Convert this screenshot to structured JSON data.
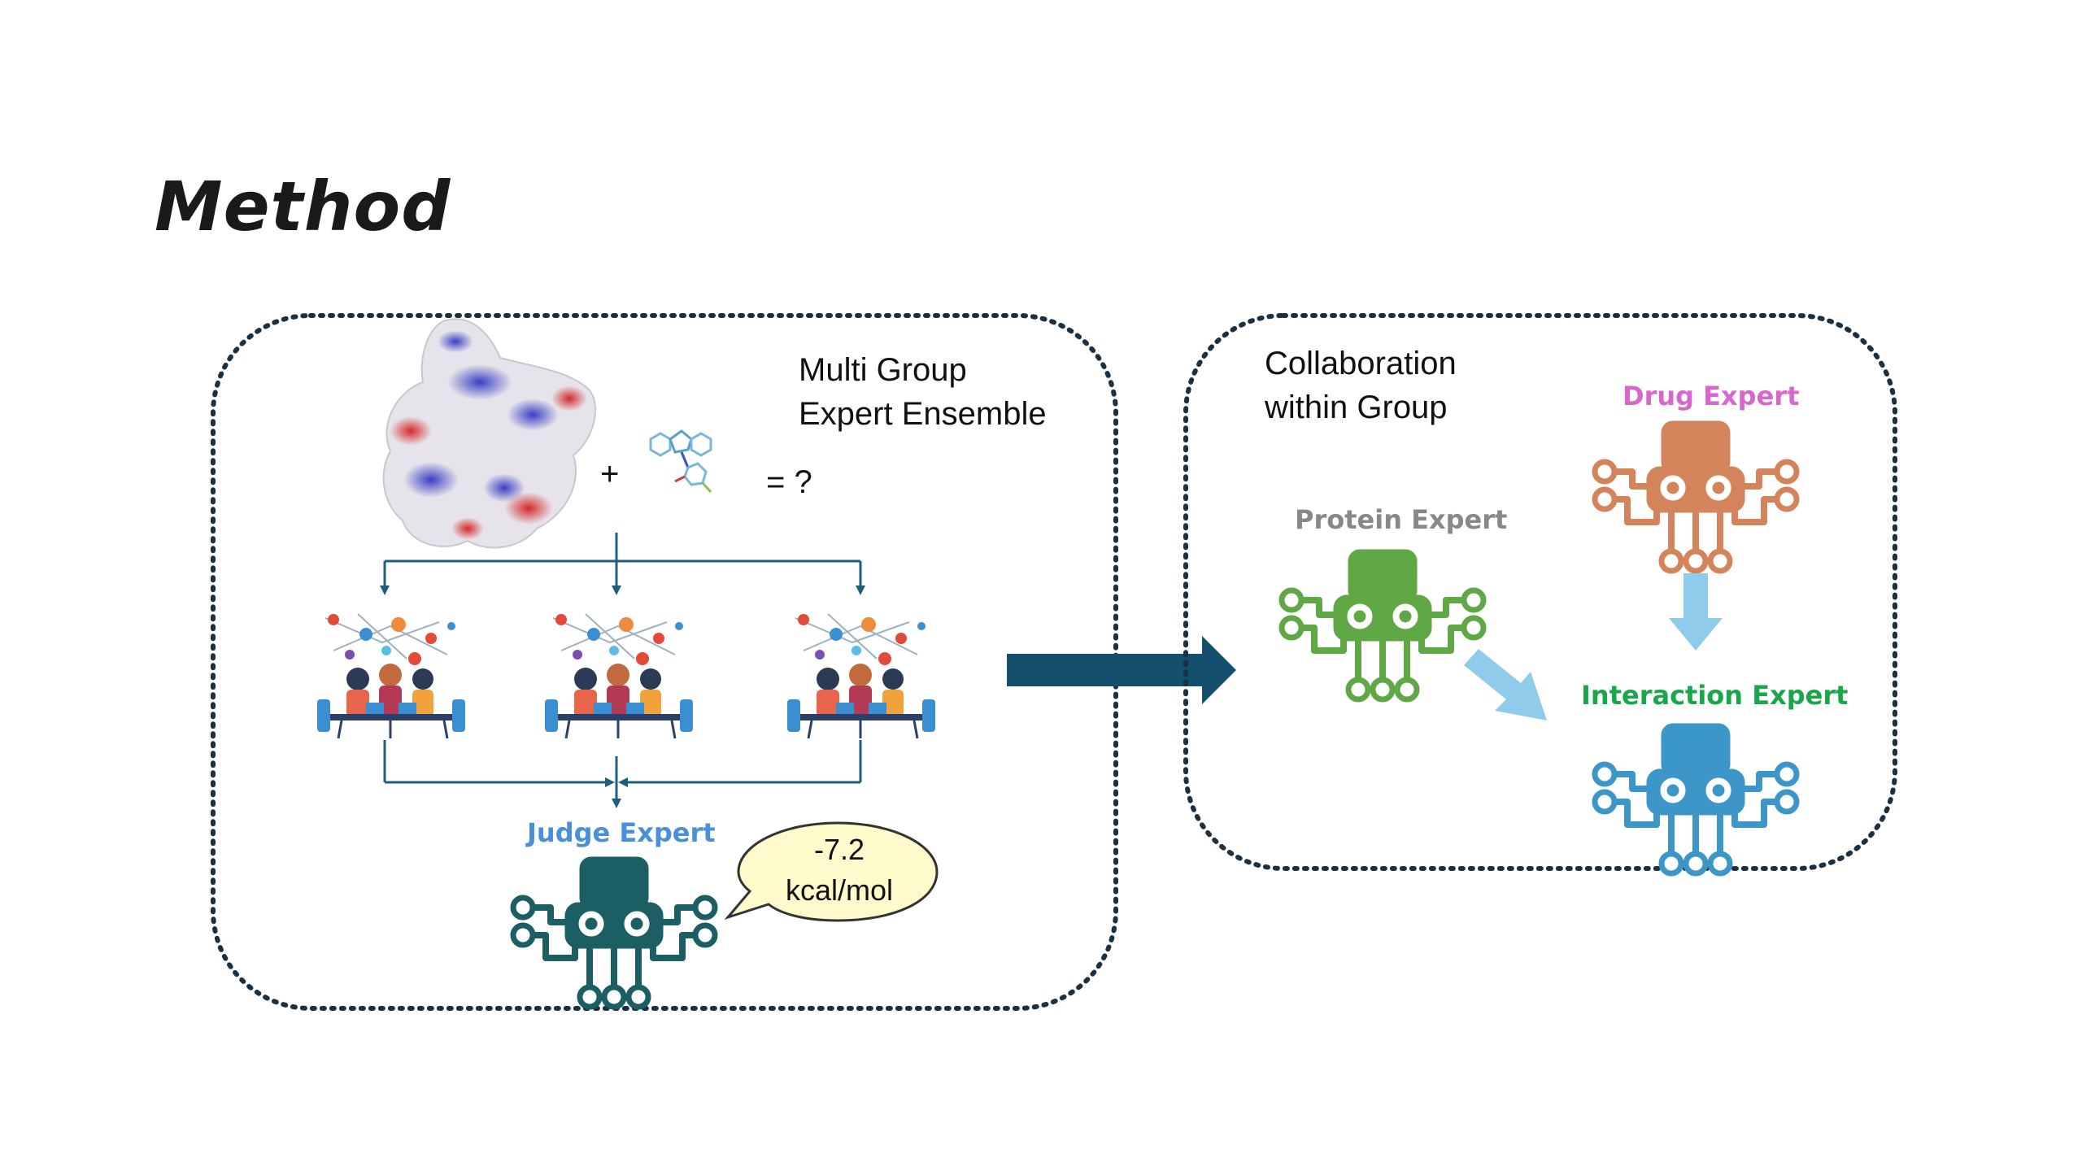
{
  "title": "Method",
  "left_panel": {
    "heading_line1": "Multi Group",
    "heading_line2": "Expert Ensemble",
    "plus": "+",
    "equals": "= ?",
    "judge_label": "Judge Expert",
    "result_line1": "-7.2",
    "result_line2": "kcal/mol"
  },
  "right_panel": {
    "heading_line1": "Collaboration",
    "heading_line2": "within Group",
    "protein_label": "Protein Expert",
    "drug_label": "Drug Expert",
    "interaction_label": "Interaction Expert"
  },
  "colors": {
    "judge": "#1b5e63",
    "judge_label": "#4a90d9",
    "protein": "#5fa845",
    "protein_label": "#888888",
    "drug": "#d4845a",
    "drug_label": "#d966cc",
    "interaction": "#3c96c8",
    "interaction_label": "#1aa64a",
    "big_arrow": "#14506e",
    "light_arrow": "#8fcbeb",
    "dotted_border": "#1b3040"
  }
}
